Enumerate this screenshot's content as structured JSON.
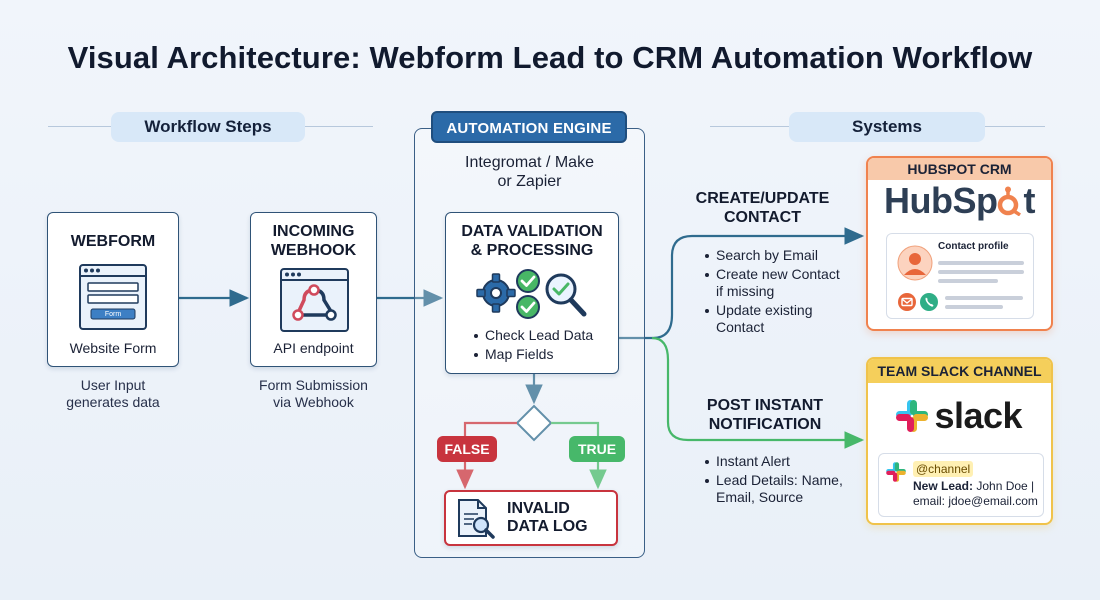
{
  "title": "Visual Architecture: Webform Lead to CRM Automation Workflow",
  "sections": {
    "workflow_steps": "Workflow Steps",
    "automation_engine": "AUTOMATION ENGINE",
    "systems": "Systems"
  },
  "webform": {
    "title": "WEBFORM",
    "label": "Website Form",
    "form_button": "Form",
    "caption_1": "User Input",
    "caption_2": "generates data"
  },
  "webhook": {
    "title_1": "INCOMING",
    "title_2": "WEBHOOK",
    "label": "API endpoint",
    "caption_1": "Form Submission",
    "caption_2": "via Webhook"
  },
  "engine": {
    "sub_1": "Integromat / Make",
    "sub_2": "or Zapier"
  },
  "validation": {
    "title_1": "DATA VALIDATION",
    "title_2": "& PROCESSING",
    "bullets": [
      "Check Lead Data",
      "Map Fields"
    ]
  },
  "branch": {
    "false_label": "FALSE",
    "true_label": "TRUE"
  },
  "invalid_log": {
    "title_1": "INVALID",
    "title_2": "DATA LOG"
  },
  "create_update": {
    "label_1": "CREATE/UPDATE",
    "label_2": "CONTACT",
    "bullets": [
      [
        "Search by Email"
      ],
      [
        "Create new Contact",
        "if missing"
      ],
      [
        "Update existing",
        "Contact"
      ]
    ]
  },
  "post_notification": {
    "label_1": "POST INSTANT",
    "label_2": "NOTIFICATION",
    "bullets": [
      [
        "Instant Alert"
      ],
      [
        "Lead Details: Name,",
        "Email, Source"
      ]
    ]
  },
  "hubspot": {
    "header": "HUBSPOT CRM",
    "logo_text_1": "HubSp",
    "logo_text_2": "t",
    "profile_label": "Contact profile"
  },
  "slack": {
    "header": "TEAM SLACK CHANNEL",
    "logo_text": "slack",
    "mention": "@channel",
    "msg_bold": "New Lead:",
    "msg_line_1": " John Doe |",
    "msg_line_2": "email: jdoe@email.com"
  },
  "colors": {
    "primary_blue": "#2b6aa8",
    "false_red": "#c8343e",
    "true_green": "#47b86a",
    "hubspot_orange": "#f0824e",
    "slack_gold": "#f0c34a",
    "connector_teal": "#2f6b8e"
  }
}
